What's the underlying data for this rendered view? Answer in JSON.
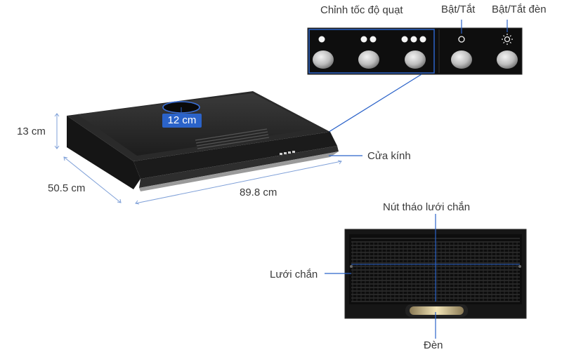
{
  "labels": {
    "speed": "Chỉnh tốc độ quạt",
    "power": "Bật/Tắt",
    "light": "Bật/Tắt đèn",
    "height": "13 cm",
    "duct": "12 cm",
    "depth": "50.5 cm",
    "width": "89.8 cm",
    "glass": "Cửa kính",
    "filter_release": "Nút tháo lưới chắn",
    "filter": "Lưới chắn",
    "lamp": "Đèn"
  },
  "colors": {
    "accent": "#2b63c9",
    "body": "#1f1f1f",
    "panel": "#111111",
    "knob": "#c9c9c9"
  },
  "icons": {
    "power": "power-circle-icon",
    "light": "sun-icon"
  }
}
